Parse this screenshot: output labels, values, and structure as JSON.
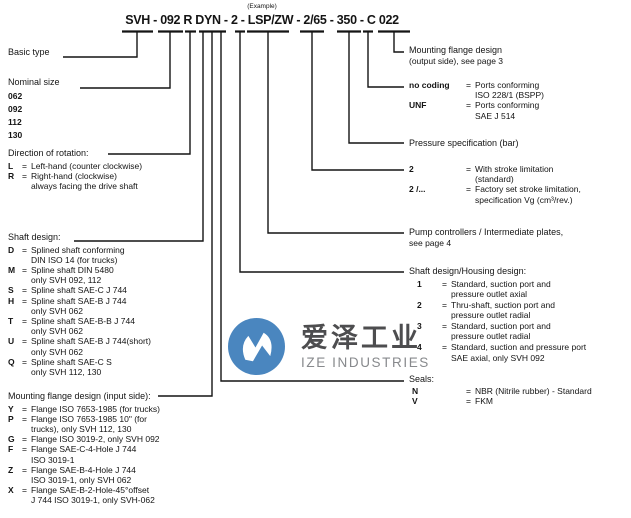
{
  "example_label": "(Example)",
  "order_code": "SVH - 092 R DYN - 2 - LSP/ZW - 2/65 - 350 - C 022",
  "eq": "=",
  "left": {
    "basic_type": {
      "title": "Basic type"
    },
    "nominal_size": {
      "title": "Nominal size",
      "options": [
        "062",
        "092",
        "112",
        "130"
      ]
    },
    "rotation": {
      "title": "Direction of rotation:",
      "items": [
        {
          "code": "L",
          "desc": "Left-hand (counter clockwise)"
        },
        {
          "code": "R",
          "desc": "Right-hand (clockwise)\nalways facing the drive shaft"
        }
      ]
    },
    "shaft": {
      "title": "Shaft design:",
      "items": [
        {
          "code": "D",
          "desc": "Splined shaft conforming\nDIN ISO 14 (for trucks)"
        },
        {
          "code": "M",
          "desc": "Spline shaft DIN 5480\nonly SVH 092, 112"
        },
        {
          "code": "S",
          "desc": "Spline shaft SAE-C J 744"
        },
        {
          "code": "H",
          "desc": "Spline shaft SAE-B J 744\nonly SVH 062"
        },
        {
          "code": "T",
          "desc": "Spline shaft SAE-B-B J 744\nonly SVH 062"
        },
        {
          "code": "U",
          "desc": "Spline shaft SAE-B J 744(short)\nonly SVH 062"
        },
        {
          "code": "Q",
          "desc": "Spline shaft SAE-C S\nonly SVH 112, 130"
        }
      ]
    },
    "flange_input": {
      "title": "Mounting flange design (input side):",
      "items": [
        {
          "code": "Y",
          "desc": "Flange ISO 7653-1985 (for trucks)"
        },
        {
          "code": "P",
          "desc": "Flange ISO 7653-1985 10\" (for\ntrucks), only SVH 112, 130"
        },
        {
          "code": "G",
          "desc": "Flange ISO 3019-2, only SVH 092"
        },
        {
          "code": "F",
          "desc": "Flange SAE-C-4-Hole J 744\nISO 3019-1"
        },
        {
          "code": "Z",
          "desc": "Flange SAE-B-4-Hole J 744\nISO 3019-1, only SVH 062"
        },
        {
          "code": "X",
          "desc": "Flange SAE-B-2-Hole-45°offset\nJ 744 ISO 3019-1, only SVH-062"
        }
      ]
    }
  },
  "right": {
    "flange_output": {
      "title": "Mounting flange design",
      "subtitle": "(output side), see page 3"
    },
    "ports": {
      "items": [
        {
          "code": "no coding",
          "desc": "Ports conforming\nISO 228/1 (BSPP)"
        },
        {
          "code": "UNF",
          "desc": "Ports conforming\nSAE J 514"
        }
      ]
    },
    "pressure": {
      "title": "Pressure specification (bar)"
    },
    "stroke": {
      "items": [
        {
          "code": "2",
          "desc": "With stroke limitation\n(standard)"
        },
        {
          "code": "2 /...",
          "desc": "Factory set stroke limitation,\nspecification Vg (cm³/rev.)"
        }
      ]
    },
    "controllers": {
      "title": "Pump controllers / Intermediate plates,",
      "subtitle": "see page 4"
    },
    "housing": {
      "title": "Shaft design/Housing design:",
      "items": [
        {
          "code": "1",
          "desc": "Standard, suction port and\npressure outlet axial"
        },
        {
          "code": "2",
          "desc": "Thru-shaft, suction port and\npressure outlet radial"
        },
        {
          "code": "3",
          "desc": "Standard, suction port and\npressure outlet radial"
        },
        {
          "code": "4",
          "desc": "Standard, suction and pressure port\nSAE axial, only SVH 092"
        }
      ]
    },
    "seals": {
      "title": "Seals:",
      "items": [
        {
          "code": "N",
          "desc": "NBR (Nitrile rubber) - Standard"
        },
        {
          "code": "V",
          "desc": "FKM"
        }
      ]
    }
  },
  "watermark": {
    "cjk": "爱泽工业",
    "latin": "IZE INDUSTRIES",
    "circle_color": "#4a86bf",
    "cjk_color": "#4d4d4f",
    "latin_color": "#87898c"
  }
}
